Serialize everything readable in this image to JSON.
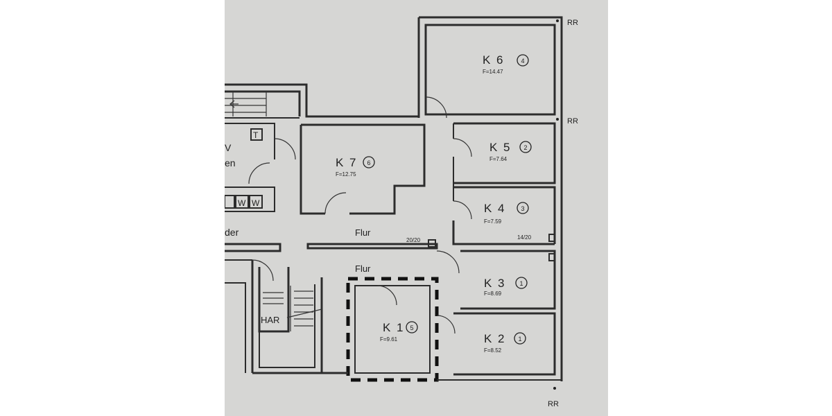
{
  "rooms": [
    {
      "id": "K6",
      "name": "K 6",
      "number": "4",
      "area": "F=14.47"
    },
    {
      "id": "K5",
      "name": "K 5",
      "number": "2",
      "area": "F=7.64"
    },
    {
      "id": "K7",
      "name": "K 7",
      "number": "6",
      "area": "F=12.75"
    },
    {
      "id": "K4",
      "name": "K 4",
      "number": "3",
      "area": "F=7.59"
    },
    {
      "id": "K3",
      "name": "K 3",
      "number": "1",
      "area": "F=8.69"
    },
    {
      "id": "K2",
      "name": "K 2",
      "number": "1",
      "area": "F=8.52"
    },
    {
      "id": "K1",
      "name": "K 1",
      "number": "5",
      "area": "F=9.61"
    }
  ],
  "labels": {
    "flur_upper": "Flur",
    "flur_lower": "Flur",
    "har": "HAR",
    "t": "T",
    "w": "W",
    "partial_v": "V",
    "partial_en": "en",
    "partial_der": "der",
    "vent_1": "20/20",
    "vent_2": "14/20",
    "rr": "RR"
  }
}
